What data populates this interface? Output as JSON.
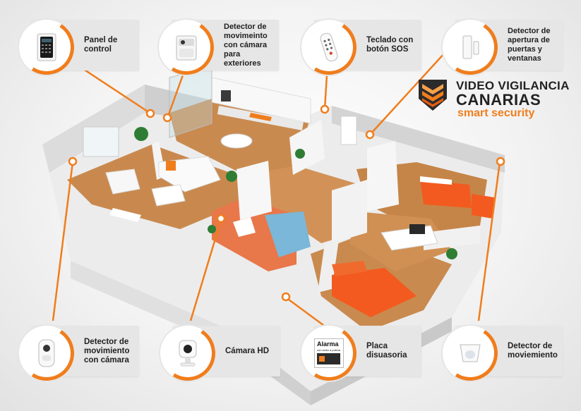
{
  "brand": {
    "line1": "VIDEO VIGILANCIA",
    "line2": "CANARIAS",
    "line3": "smart security",
    "logo_icon": "shield-chevron-logo",
    "accent": "#f07d1c",
    "dark": "#2b2b2b"
  },
  "devices_top": [
    {
      "id": "control-panel",
      "label": "Panel de control",
      "icon": "keypad-icon"
    },
    {
      "id": "outdoor-camera-motion",
      "label": "Detector de movimeinto con cámara para exteriores",
      "icon": "outdoor-camera-icon"
    },
    {
      "id": "sos-keypad",
      "label": "Teclado con botón SOS",
      "icon": "remote-icon"
    },
    {
      "id": "door-window",
      "label": "Detector de apertura de puertas y ventanas",
      "icon": "door-sensor-icon"
    }
  ],
  "devices_bottom": [
    {
      "id": "camera-motion",
      "label": "Detector de movimiento con cámara",
      "icon": "motion-camera-icon"
    },
    {
      "id": "hd-camera",
      "label": "Cámara HD",
      "icon": "hd-camera-icon"
    },
    {
      "id": "deterrent-sign",
      "label": "Placa disuasoria",
      "icon": "sign-icon"
    },
    {
      "id": "motion",
      "label": "Detector de moviemiento",
      "icon": "motion-sensor-icon"
    }
  ],
  "sign_plate": {
    "title": "Alarma",
    "subtitle": "con aviso a policía"
  }
}
